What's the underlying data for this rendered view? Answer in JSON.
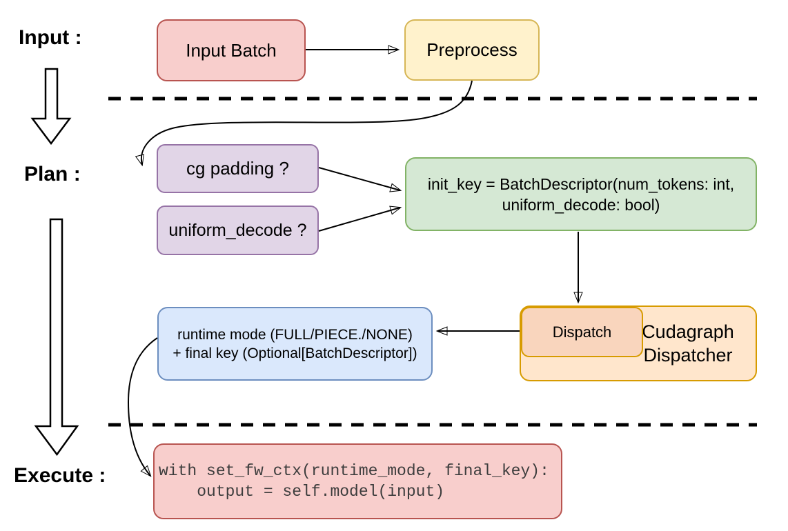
{
  "stage_labels": {
    "input": "Input :",
    "plan": "Plan :",
    "execute": "Execute :"
  },
  "nodes": {
    "input_batch": {
      "label": "Input Batch"
    },
    "preprocess": {
      "label": "Preprocess"
    },
    "cg_padding": {
      "label": "cg padding ?"
    },
    "uniform_decode": {
      "label": "uniform_decode ?"
    },
    "init_key": {
      "line1": "init_key = BatchDescriptor(num_tokens: int,",
      "line2": "uniform_decode: bool)"
    },
    "dispatch": {
      "label": "Dispatch"
    },
    "cudagraph_dispatcher": {
      "label": "Cudagraph Dispatcher"
    },
    "runtime_mode": {
      "line1": "runtime mode (FULL/PIECE./NONE)",
      "line2": "+ final key (Optional[BatchDescriptor])"
    },
    "execute_code": {
      "line1": "with set_fw_ctx(runtime_mode, final_key):",
      "line2": "    output = self.model(input)"
    }
  },
  "colors": {
    "red_fill": "#f8cecc",
    "red_stroke": "#b85450",
    "yellow_fill": "#fff2cc",
    "yellow_stroke": "#d6b656",
    "purple_fill": "#e1d5e7",
    "purple_stroke": "#9673a6",
    "green_fill": "#d5e8d4",
    "green_stroke": "#82b366",
    "orange_fill": "#ffe6cc",
    "orange_inner_fill": "#f9d5bd",
    "orange_stroke": "#d79b00",
    "blue_fill": "#dae8fc",
    "blue_stroke": "#6c8ebf",
    "line": "#000000"
  }
}
